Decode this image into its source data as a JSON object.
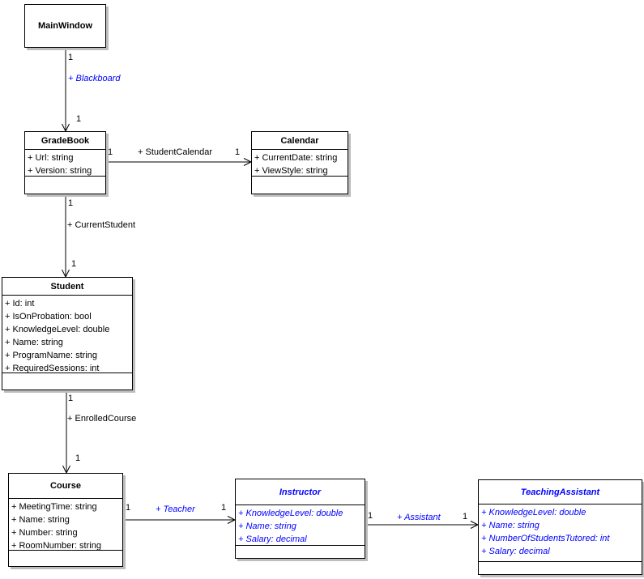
{
  "diagram": {
    "type": "uml-class-diagram",
    "colors": {
      "background": "#ffffff",
      "line": "#000000",
      "class_text": "#000000",
      "derived_text": "#0000ff",
      "box_fill": "#ffffff",
      "box_shadow": "#bdbdbd"
    },
    "classes": [
      {
        "name": "MainWindow",
        "derived": false,
        "attributes": []
      },
      {
        "name": "GradeBook",
        "derived": false,
        "attributes": [
          "+ Url: string",
          "+ Version: string"
        ]
      },
      {
        "name": "Calendar",
        "derived": false,
        "attributes": [
          "+ CurrentDate: string",
          "+ ViewStyle: string"
        ]
      },
      {
        "name": "Student",
        "derived": false,
        "attributes": [
          "+ Id: int",
          "+ IsOnProbation: bool",
          "+ KnowledgeLevel: double",
          "+ Name: string",
          "+ ProgramName: string",
          "+ RequiredSessions: int"
        ]
      },
      {
        "name": "Course",
        "derived": false,
        "attributes": [
          "+ MeetingTime: string",
          "+ Name: string",
          "+ Number: string",
          "+ RoomNumber: string"
        ]
      },
      {
        "name": "Instructor",
        "derived": true,
        "attributes": [
          "+ KnowledgeLevel: double",
          "+ Name: string",
          "+ Salary: decimal"
        ]
      },
      {
        "name": "TeachingAssistant",
        "derived": true,
        "attributes": [
          "+ KnowledgeLevel: double",
          "+ Name: string",
          "+ NumberOfStudentsTutored: int",
          "+ Salary: decimal"
        ]
      }
    ],
    "associations": [
      {
        "name": "Blackboard",
        "label": "+ Blackboard",
        "from": "MainWindow",
        "to": "GradeBook",
        "source_multiplicity": "1",
        "target_multiplicity": "1",
        "label_derived": true
      },
      {
        "name": "StudentCalendar",
        "label": "+ StudentCalendar",
        "from": "GradeBook",
        "to": "Calendar",
        "source_multiplicity": "1",
        "target_multiplicity": "1",
        "label_derived": false
      },
      {
        "name": "CurrentStudent",
        "label": "+ CurrentStudent",
        "from": "GradeBook",
        "to": "Student",
        "source_multiplicity": "1",
        "target_multiplicity": "1",
        "label_derived": false
      },
      {
        "name": "EnrolledCourse",
        "label": "+ EnrolledCourse",
        "from": "Student",
        "to": "Course",
        "source_multiplicity": "1",
        "target_multiplicity": "1",
        "label_derived": false
      },
      {
        "name": "Teacher",
        "label": "+ Teacher",
        "from": "Course",
        "to": "Instructor",
        "source_multiplicity": "1",
        "target_multiplicity": "1",
        "label_derived": true
      },
      {
        "name": "Assistant",
        "label": "+ Assistant",
        "from": "Instructor",
        "to": "TeachingAssistant",
        "source_multiplicity": "1",
        "target_multiplicity": "1",
        "label_derived": true
      }
    ]
  }
}
